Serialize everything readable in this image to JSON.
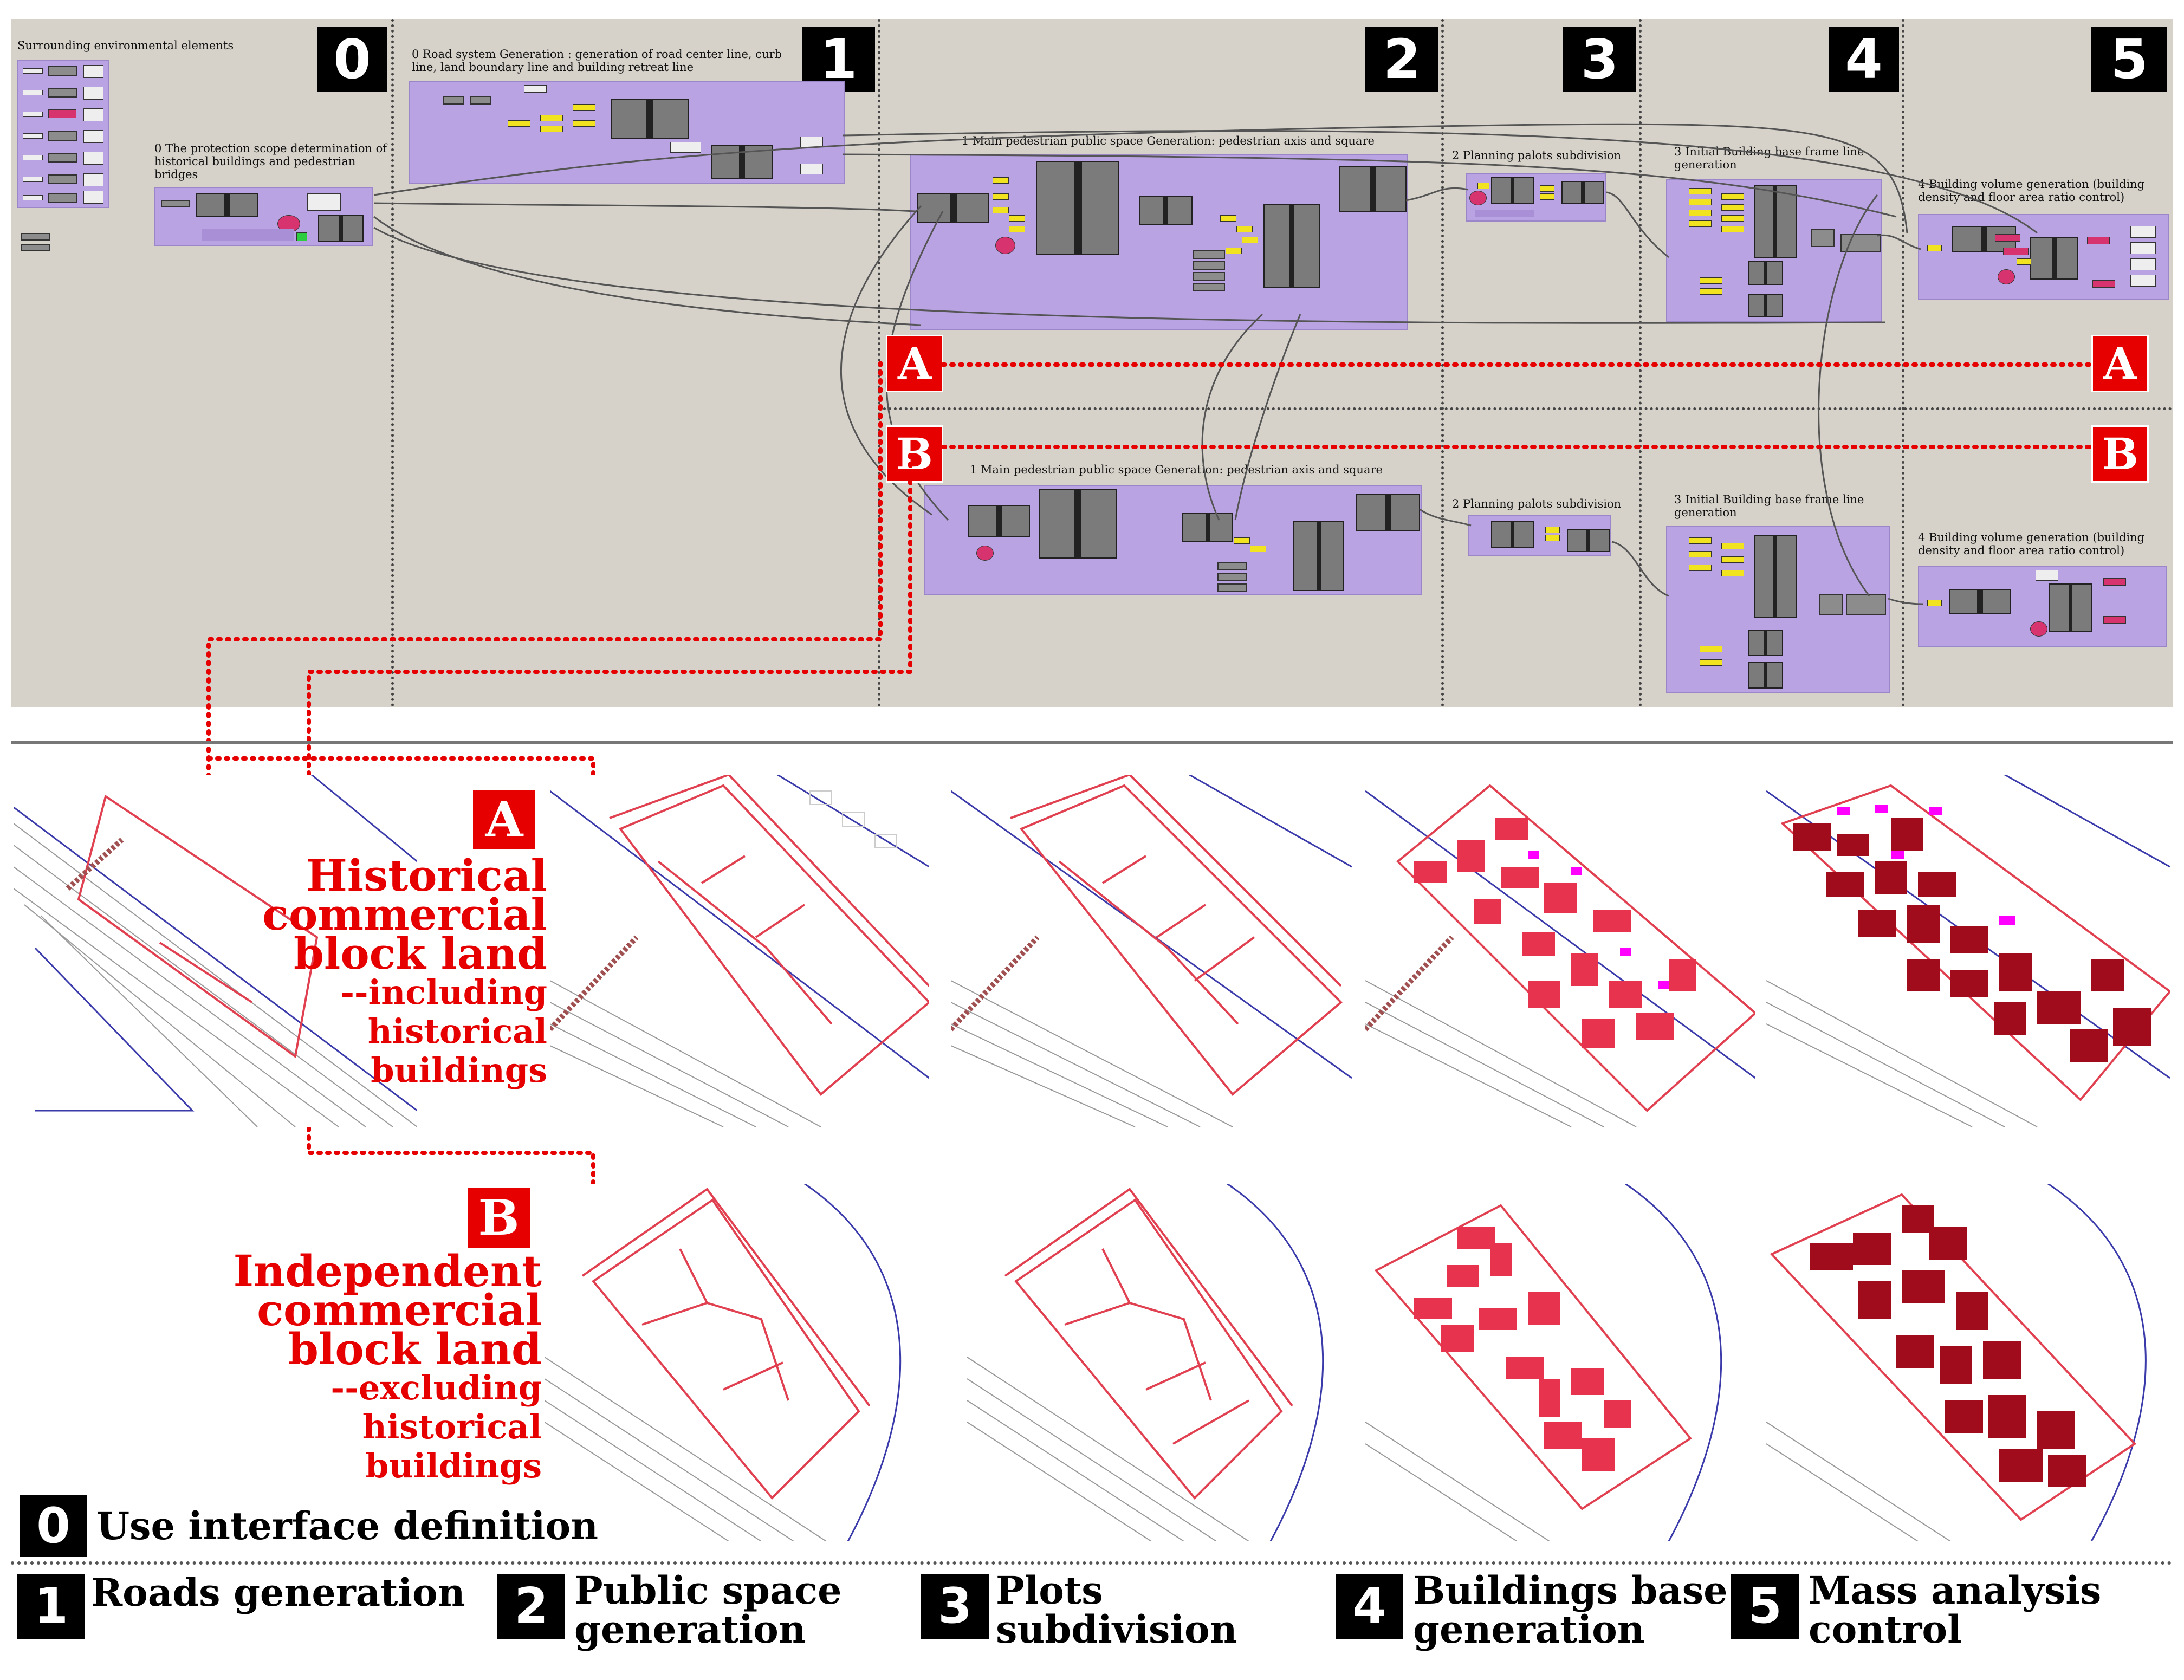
{
  "steps": [
    "0",
    "1",
    "2",
    "3",
    "4",
    "5"
  ],
  "node_editor": {
    "surrounding_label": "Surrounding environmental elements",
    "group_0a": "0 The protection scope determination of  historical buildings and pedestrian bridges",
    "group_0b": "0 Road system Generation : generation of road center line, curb line, land boundary line and building retreat line",
    "group_1_top": "1 Main pedestrian public space Generation: pedestrian axis and square",
    "group_2_top": "2 Planning palots subdivision",
    "group_3_top": "3 Initial Building  base frame line generation",
    "group_4_top": "4 Building volume generation (building density and floor area ratio control)",
    "group_1_bot": "1 Main pedestrian public space Generation: pedestrian axis and square",
    "group_2_bot": "2 Planning palots subdivision",
    "group_3_bot": "3 Initial Building  base frame line generation",
    "group_4_bot": "4 Building volume generation (building density and floor area ratio control)"
  },
  "markers": {
    "a": "A",
    "b": "B"
  },
  "case_a": {
    "line1": "Historical",
    "line2": "commercial",
    "line3": "block land",
    "line4": "--including",
    "line5": "historical",
    "line6": "buildings"
  },
  "case_b": {
    "line1": "Independent",
    "line2": "commercial",
    "line3": "block land",
    "line4": "--excluding",
    "line5": "historical",
    "line6": "buildings"
  },
  "legend": {
    "item0": {
      "num": "0",
      "label": "Use interface definition"
    },
    "item1": {
      "num": "1",
      "label": "Roads generation"
    },
    "item2": {
      "num": "2",
      "label_1": "Public space",
      "label_2": "generation"
    },
    "item3": {
      "num": "3",
      "label_1": "Plots",
      "label_2": "subdivision"
    },
    "item4": {
      "num": "4",
      "label_1": "Buildings base",
      "label_2": "generation"
    },
    "item5": {
      "num": "5",
      "label_1": "Mass analysis",
      "label_2": "control"
    }
  },
  "colors": {
    "marker_red": "#e60000",
    "group_purple": "#b9a3e3",
    "building_crimson": "#e8334f",
    "mass_darkred": "#a00c1c",
    "magenta": "#ff00ff"
  }
}
